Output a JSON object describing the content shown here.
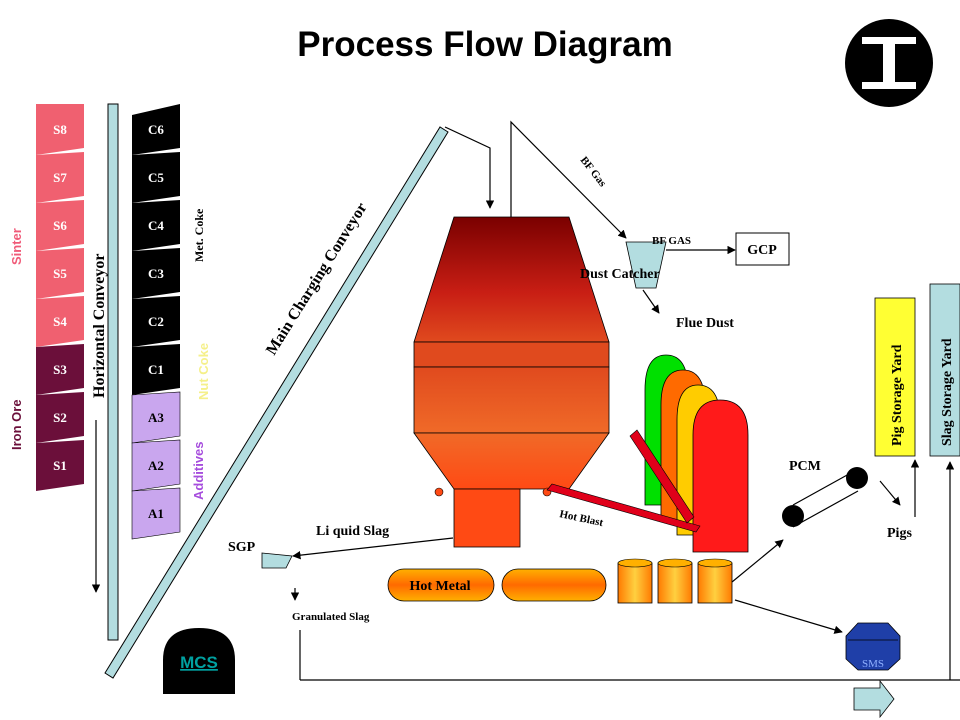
{
  "title": "Process Flow Diagram",
  "logo": {
    "letter": "I"
  },
  "bins": {
    "s_labels": [
      "S1",
      "S2",
      "S3",
      "S4",
      "S5",
      "S6",
      "S7",
      "S8"
    ],
    "s_fill_ore": "#6b0f3a",
    "s_fill_sinter": "#f06070",
    "c_labels": [
      "C1",
      "C2",
      "C3",
      "C4",
      "C5",
      "C6"
    ],
    "a_labels": [
      "A1",
      "A2",
      "A3"
    ],
    "c_fill": "#000000",
    "a_fill": "#c9a6ee"
  },
  "side_labels": {
    "sinter": "Sinter",
    "iron_ore": "Iron Ore",
    "horizontal_conveyor": "Horizontal Conveyor",
    "met_coke": "Met. Coke",
    "nut_coke": "Nut Coke",
    "additives": "Additives",
    "main_charging_conveyor": "Main Charging Conveyor"
  },
  "labels": {
    "bf_gas_diag": "BF Gas",
    "bf_gas": "BF GAS",
    "gcp": "GCP",
    "dust_catcher": "Dust Catcher",
    "flue_dust": "Flue Dust",
    "pig_storage_yard": "Pig Storage Yard",
    "slag_storage_yard": "Slag  Storage Yard",
    "pcm": "PCM",
    "pigs": "Pigs",
    "hot_blast": "Hot Blast",
    "liquid_slag": "Li quid Slag",
    "sgp": "SGP",
    "granulated_slag": "Granulated Slag",
    "hot_metal": "Hot Metal",
    "mcs": "MCS",
    "sms": "SMS"
  },
  "colors": {
    "sinter_text": "#f05a78",
    "iron_ore_text": "#6b0f3a",
    "nut_coke_text": "#f5f08a",
    "additives_text": "#a64ddd",
    "pig_yard": "#ffff33",
    "slag_yard": "#b3dde0",
    "conveyor": "#b3dde0",
    "mcs_text": "#00a0a0",
    "hot_metal": "#ff6600"
  }
}
